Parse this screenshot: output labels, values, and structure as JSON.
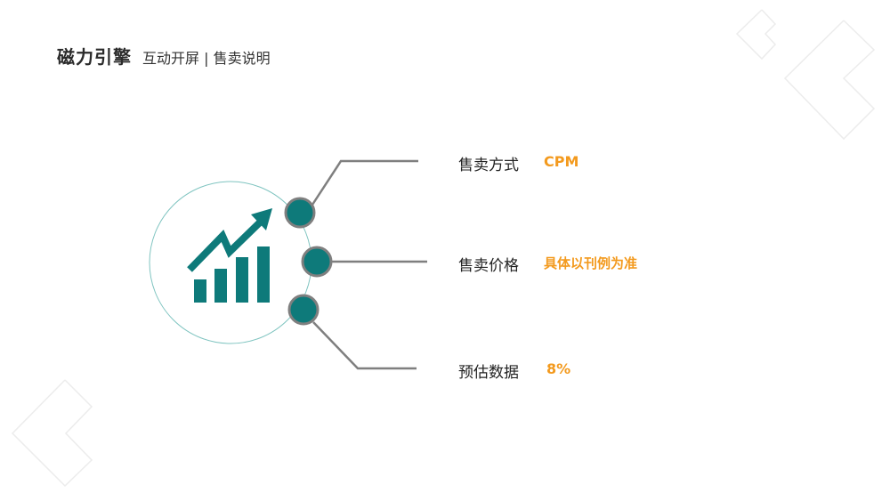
{
  "header": {
    "title": "磁力引擎",
    "subtitle": "互动开屏 | 售卖说明"
  },
  "colors": {
    "accent_teal": "#0e7a7a",
    "value_orange": "#f39a1e",
    "connector_gray": "#7f7f7f",
    "circle_outline": "#7fc4c0"
  },
  "icons": {
    "center": "growth-chart-icon"
  },
  "items": [
    {
      "label": "售卖方式",
      "value": "CPM"
    },
    {
      "label": "售卖价格",
      "value": "具体以刊例为准"
    },
    {
      "label": "预估数据",
      "value": "8%"
    }
  ]
}
